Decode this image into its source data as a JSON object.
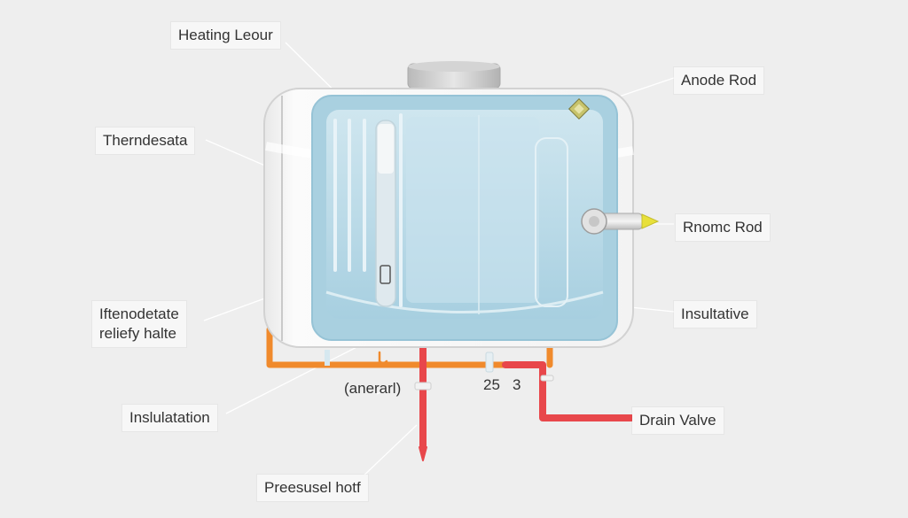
{
  "labels": {
    "heating_element": "Heating Leour",
    "anode_rod": "Anode Rod",
    "thermostat": "Therndesata",
    "rnomc_rod": "Rnomc Rod",
    "relief_valve_line1": "Iftenodetate",
    "relief_valve_line2": "reliefy halte",
    "insulative": "Insultative",
    "insulation": "Inslulatation",
    "drain_valve": "Drain Valve",
    "pressure_hot": "Preesusel hotf",
    "general": "(anerarl)",
    "number_25": "25",
    "number_3": "3"
  },
  "colors": {
    "background": "#eeeeee",
    "tank_body": "#f6f6f6",
    "tank_outline": "#d4d4d4",
    "water_blue": "#a9d0e0",
    "water_inner": "#c9e3ee",
    "cold_pipe": "#f08a2c",
    "hot_pipe": "#e8474b",
    "rod_tip": "#e8e03a",
    "cap": "#c8c8c8"
  },
  "icons": [
    "tank-cap-icon",
    "anode-rod-icon",
    "outlet-rod-icon",
    "pipe-valve-icon"
  ]
}
